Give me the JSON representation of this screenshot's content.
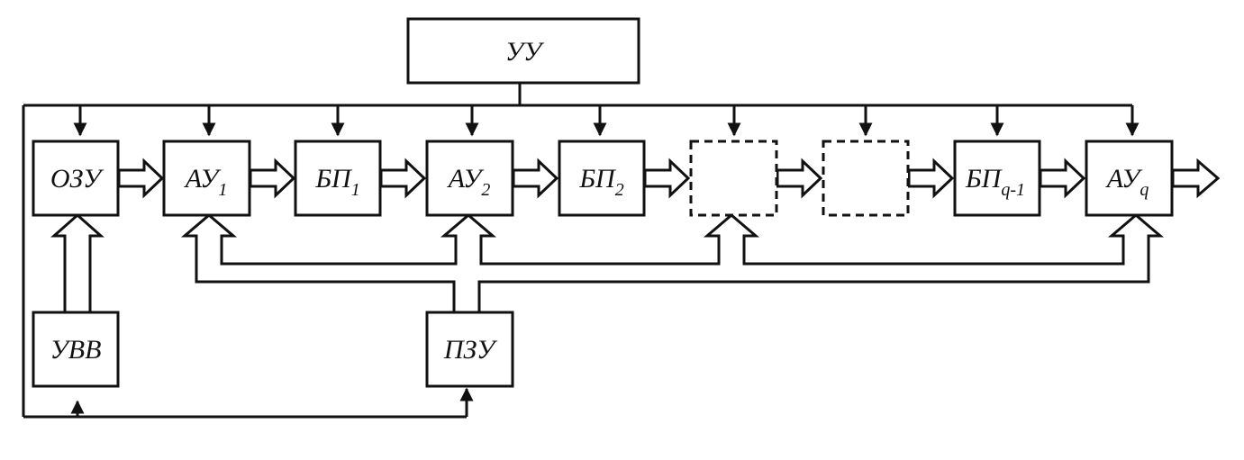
{
  "blocks": {
    "uu": {
      "label": "УУ"
    },
    "ozu": {
      "label": "ОЗУ"
    },
    "au1": {
      "label": "АУ",
      "sub": "1"
    },
    "bp1": {
      "label": "БП",
      "sub": "1"
    },
    "au2": {
      "label": "АУ",
      "sub": "2"
    },
    "bp2": {
      "label": "БП",
      "sub": "2"
    },
    "bpq1": {
      "label": "БП",
      "sub": "q-1"
    },
    "auq": {
      "label": "АУ",
      "sub": "q"
    },
    "uvv": {
      "label": "УВВ"
    },
    "pzu": {
      "label": "ПЗУ"
    }
  },
  "colors": {
    "stroke": "#111111",
    "background": "#ffffff"
  }
}
